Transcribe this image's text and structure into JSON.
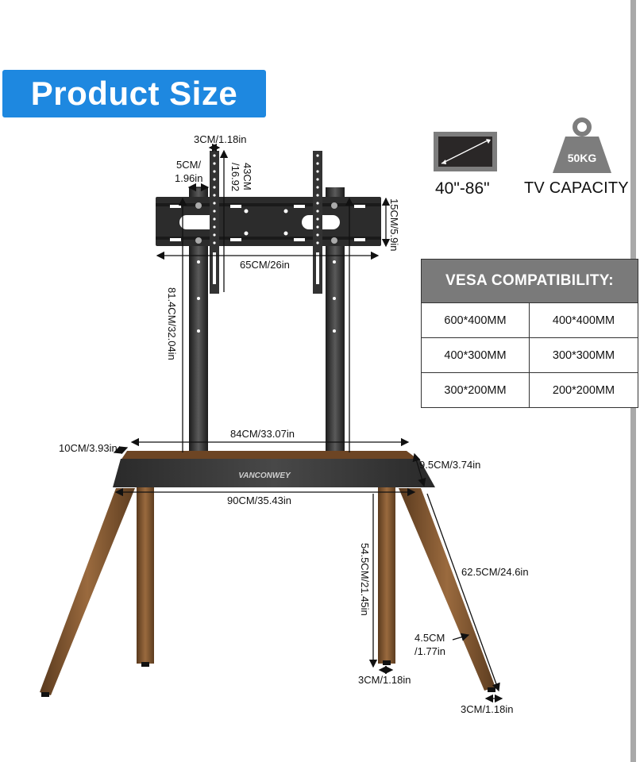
{
  "header": {
    "title": "Product Size"
  },
  "specs": {
    "screen_size": {
      "icon": "tv-diagonal-icon",
      "label": "40\"-86\""
    },
    "capacity": {
      "icon": "weight-icon",
      "weight": "50KG",
      "label": "TV CAPACITY"
    }
  },
  "vesa": {
    "title": "VESA COMPATIBILITY:",
    "rows": [
      [
        "600*400MM",
        "400*400MM"
      ],
      [
        "400*300MM",
        "300*300MM"
      ],
      [
        "300*200MM",
        "200*200MM"
      ]
    ]
  },
  "brand": "VANCONWEY",
  "dimensions": {
    "arm_width": "3CM/1.18in",
    "pole_diameter_a": "5CM/",
    "pole_diameter_b": "1.96in",
    "arm_length_a": "43CM",
    "arm_length_b": "/16.92",
    "bracket_height": "15CM/5.9in",
    "bracket_width": "65CM/26in",
    "pole_height": "81.4CM/32.04in",
    "top_width": "84CM/33.07in",
    "top_depth": "10CM/3.93in",
    "base_height": "9.5CM/3.74in",
    "bottom_width": "90CM/35.43in",
    "leg_height": "54.5CM/21.45in",
    "leg_length": "62.5CM/24.6in",
    "leg_thickness_a": "4.5CM",
    "leg_thickness_b": "/1.77in",
    "foot_front": "3CM/1.18in",
    "foot_side": "3CM/1.18in"
  },
  "colors": {
    "title_bg": "#1e88e0",
    "vesa_header_bg": "#7a7a7a",
    "wood": "#7a5230",
    "metal": "#2b2b2b",
    "rule": "#a9a9a9"
  }
}
